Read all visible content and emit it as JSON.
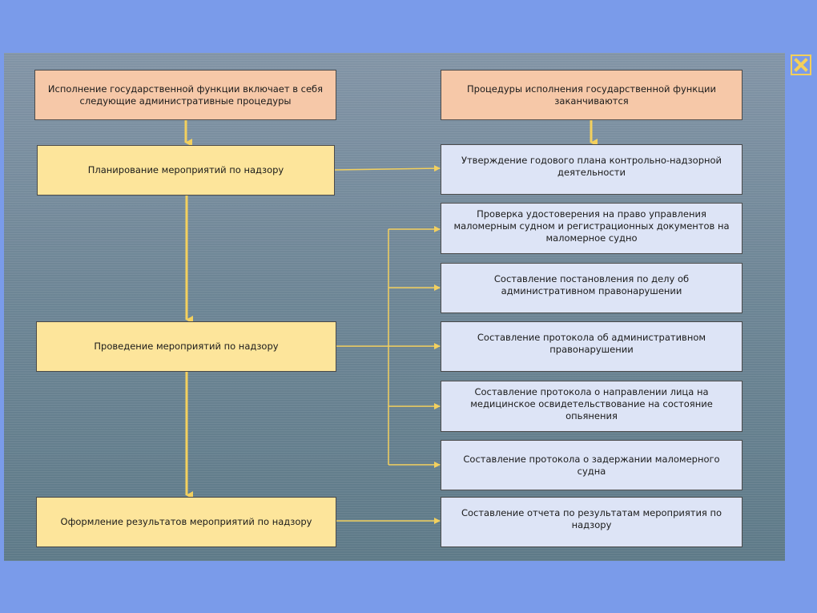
{
  "left_header": "Исполнение государственной функции включает в себя следующие административные процедуры",
  "right_header": "Процедуры исполнения государственной функции заканчиваются",
  "actions": [
    "Планирование мероприятий по надзору",
    "Проведение мероприятий по надзору",
    "Оформление результатов мероприятий по надзору"
  ],
  "results": [
    "Утверждение годового плана контрольно-надзорной деятельности",
    "Проверка удостоверения на право управления маломерным судном и регистрационных документов на маломерное судно",
    "Составление постановления по делу об административном правонарушении",
    "Составление протокола об административном правонарушении",
    "Составление протокола о направлении лица на медицинское освидетельствование на состояние опьянения",
    "Составление протокола о задержании маломерного судна",
    "Составление отчета по результатам мероприятия по надзору"
  ],
  "colors": {
    "background": "#7a9bea",
    "header_box": "#f6c8a8",
    "action_box": "#fde59b",
    "result_box": "#dde4f6",
    "arrow": "#f3d05e"
  },
  "close_icon": "close-icon"
}
